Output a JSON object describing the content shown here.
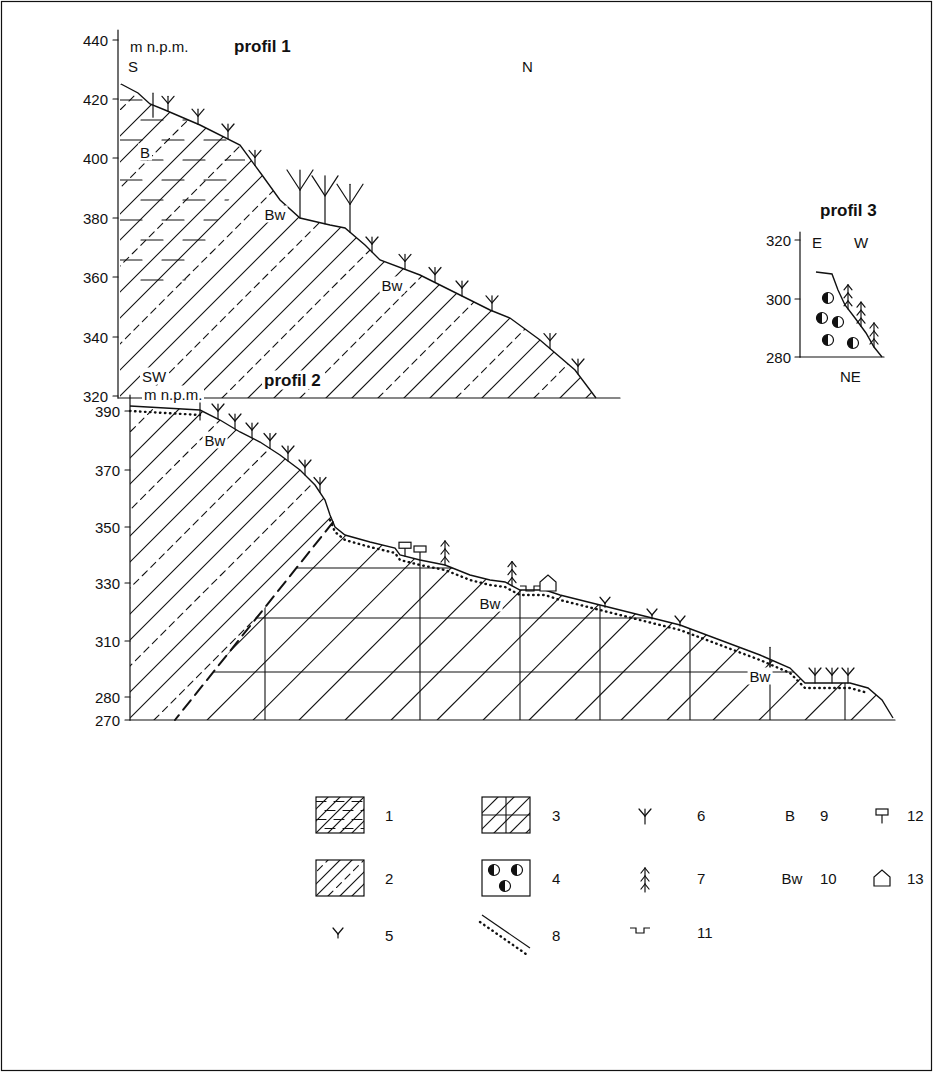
{
  "diagram": {
    "labels": [
      "m n.p.m.",
      "profil 1",
      "S",
      "N",
      "440",
      "420",
      "400",
      "380",
      "360",
      "340",
      "320",
      "B",
      "Bw",
      "Bw",
      "profil 3",
      "320",
      "300",
      "280",
      "E",
      "W",
      "SW",
      "profil 2",
      "NE",
      "m n.p.m.",
      "390",
      "370",
      "350",
      "330",
      "310",
      "280",
      "270",
      "Bw",
      "Bw",
      "Bw",
      "B",
      "Bw"
    ],
    "legend": [
      {
        "text": "1"
      },
      {
        "text": "2"
      },
      {
        "text": "3"
      },
      {
        "text": "4"
      },
      {
        "text": "5"
      },
      {
        "text": "6"
      },
      {
        "text": "7"
      },
      {
        "text": "8"
      },
      {
        "text": "9"
      },
      {
        "text": "10"
      },
      {
        "text": "11"
      },
      {
        "text": "12"
      },
      {
        "text": "13"
      }
    ]
  }
}
